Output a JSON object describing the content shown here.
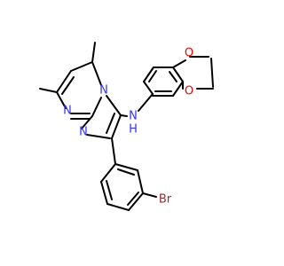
{
  "atom_labels": {
    "n_pyrimidine": "N",
    "n_bridgehead": "N",
    "n_imidazole": "N",
    "nh_n": "N",
    "nh_h": "H",
    "o_upper": "O",
    "o_lower": "O",
    "br": "Br"
  },
  "colors": {
    "bond": "#000000",
    "nitrogen": "#3333ff",
    "oxygen": "#ff0000",
    "bromine": "#a62929"
  }
}
